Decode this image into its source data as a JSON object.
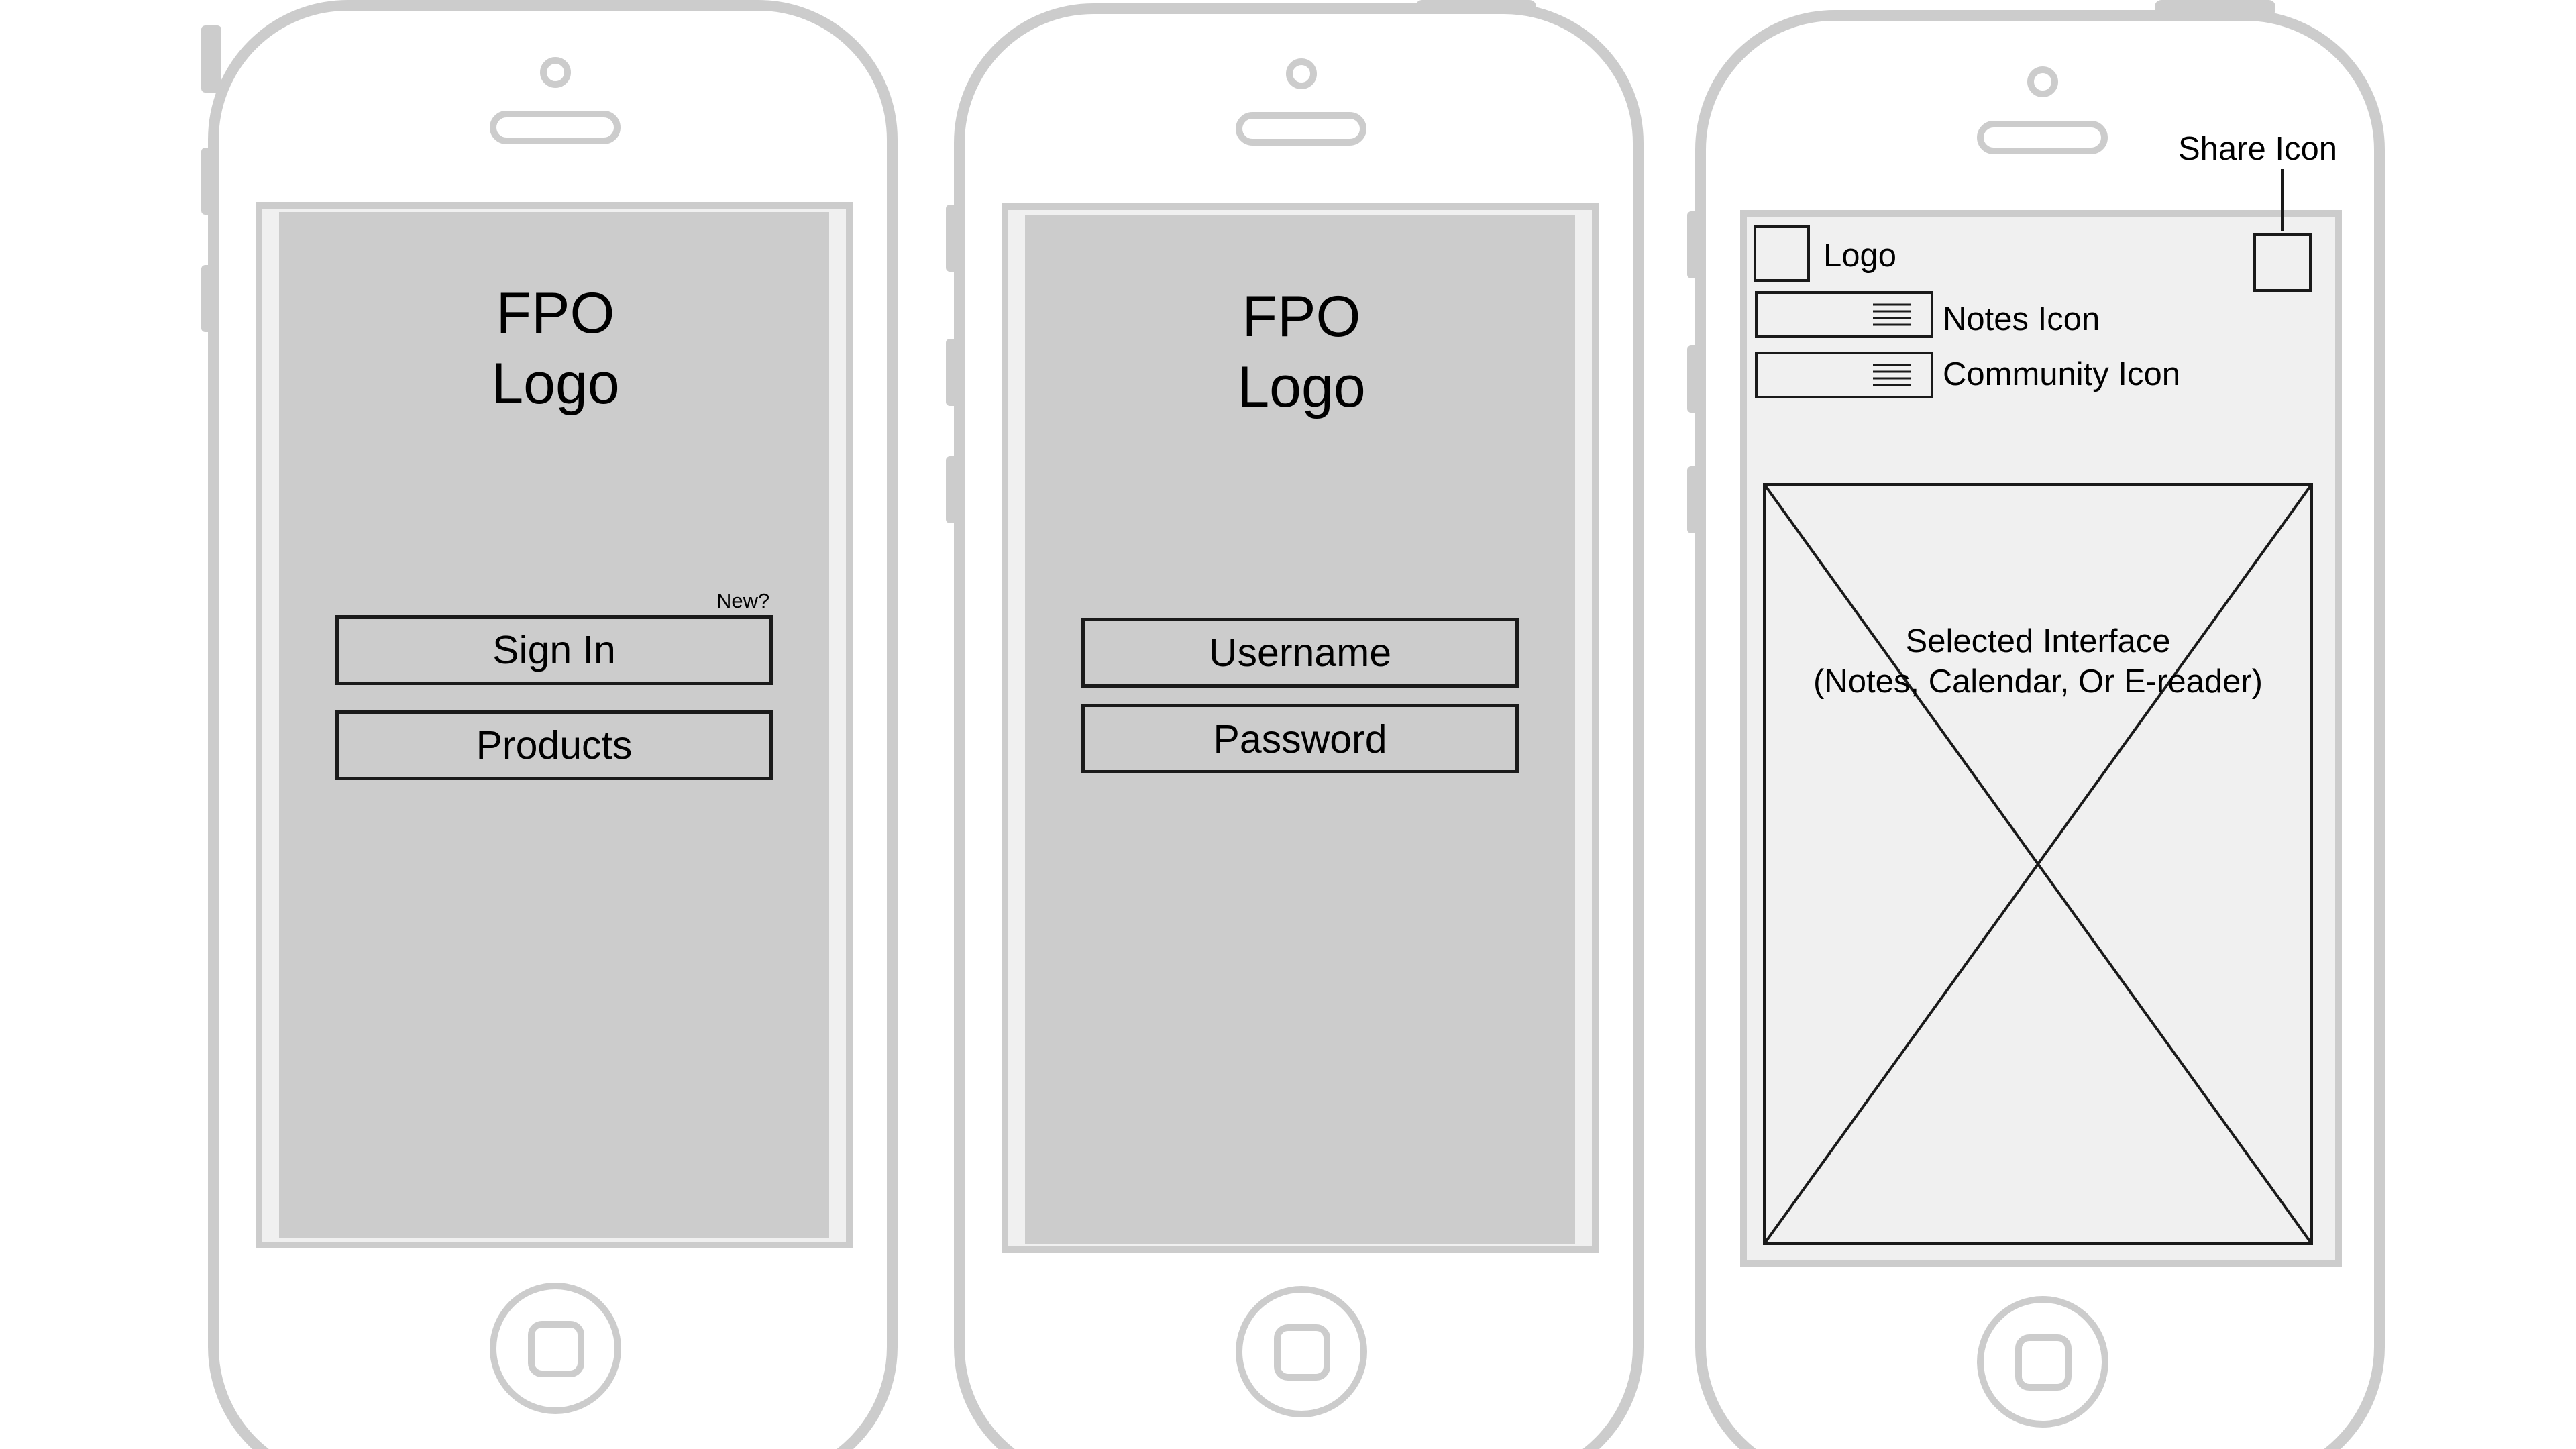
{
  "screens": [
    {
      "logo_line1": "FPO",
      "logo_line2": "Logo",
      "new_label": "New?",
      "sign_in_label": "Sign In",
      "products_label": "Products"
    },
    {
      "logo_line1": "FPO",
      "logo_line2": "Logo",
      "username_label": "Username",
      "password_label": "Password"
    },
    {
      "share_icon_label": "Share Icon",
      "logo_label": "Logo",
      "notes_icon_label": "Notes Icon",
      "community_icon_label": "Community Icon",
      "placeholder_line1": "Selected Interface",
      "placeholder_line2": "(Notes, Calendar, Or E-reader)"
    }
  ],
  "colors": {
    "phone_outline": "#cccccc",
    "screen_fill": "#cccccc",
    "screen_border": "#f0f0f0",
    "content_fill": "#f0f0f0",
    "wire_stroke": "#1a1a1a"
  }
}
